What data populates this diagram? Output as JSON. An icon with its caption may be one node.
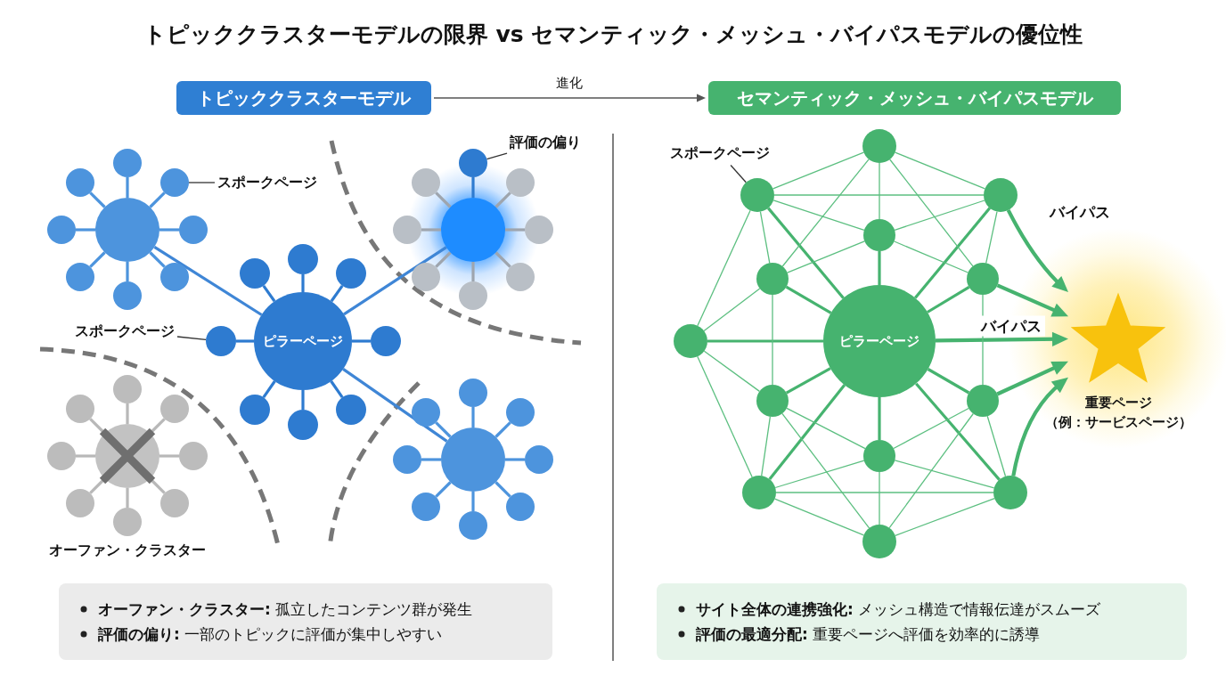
{
  "diagram": {
    "title": "トピッククラスターモデルの限界 vs セマンティック・メッシュ・バイパスモデルの優位性",
    "nodes": [
      {
        "text": [
          "トピッククラスターモデル"
        ]
      },
      {
        "text": [
          "セマンティック・メッシュ・バイパスモデル"
        ]
      },
      {
        "text": [],
        "shape": "circle"
      },
      {
        "text": [],
        "shape": "circle"
      },
      {
        "text": [],
        "shape": "circle"
      },
      {
        "text": [],
        "shape": "circle"
      },
      {
        "text": [],
        "shape": "circle"
      },
      {
        "text": [],
        "shape": "circle"
      },
      {
        "text": [],
        "shape": "circle"
      },
      {
        "text": [],
        "shape": "circle"
      },
      {
        "text": [],
        "shape": "circle"
      },
      {
        "text": [
          "スポークページ"
        ]
      },
      {
        "text": [
          "評価の偏り"
        ]
      },
      {
        "text": [],
        "shape": "circle"
      },
      {
        "text": [],
        "shape": "circle"
      },
      {
        "text": [],
        "shape": "circle"
      },
      {
        "text": [],
        "shape": "circle"
      },
      {
        "text": [],
        "shape": "circle"
      },
      {
        "text": [],
        "shape": "circle"
      },
      {
        "text": [],
        "shape": "circle"
      },
      {
        "text": [],
        "shape": "circle"
      },
      {
        "text": [],
        "shape": "circle"
      },
      {
        "text": [
          "スポークページ"
        ]
      },
      {
        "text": [
          "ピラーページ"
        ]
      },
      {
        "text": [],
        "shape": "circle"
      },
      {
        "text": [],
        "shape": "circle"
      },
      {
        "text": [],
        "shape": "circle"
      },
      {
        "text": [],
        "shape": "circle"
      },
      {
        "text": [],
        "shape": "circle"
      },
      {
        "text": [],
        "shape": "circle"
      },
      {
        "text": [],
        "shape": "circle"
      },
      {
        "text": [],
        "shape": "circle"
      },
      {
        "text": [],
        "shape": "circle"
      },
      {
        "text": [],
        "shape": "circle"
      },
      {
        "text": [],
        "shape": "circle"
      },
      {
        "text": [],
        "shape": "circle"
      },
      {
        "text": [],
        "shape": "circle"
      },
      {
        "text": [],
        "shape": "circle"
      },
      {
        "text": [],
        "shape": "circle"
      },
      {
        "text": [],
        "shape": "circle"
      },
      {
        "text": [],
        "shape": "circle"
      },
      {
        "text": [],
        "shape": "circle"
      },
      {
        "text": [],
        "shape": "circle"
      },
      {
        "text": [],
        "shape": "circle"
      },
      {
        "text": [],
        "shape": "circle"
      },
      {
        "text": [],
        "shape": "circle"
      },
      {
        "text": [],
        "shape": "circle"
      },
      {
        "text": [],
        "shape": "circle"
      },
      {
        "text": [],
        "shape": "circle"
      },
      {
        "text": [],
        "shape": "circle"
      },
      {
        "text": [
          "スポークページ"
        ]
      },
      {
        "text": [
          "ピラーページ"
        ]
      },
      {
        "text": [],
        "shape": "circle"
      },
      {
        "text": [],
        "shape": "circle"
      },
      {
        "text": [],
        "shape": "circle"
      },
      {
        "text": [],
        "shape": "circle"
      },
      {
        "text": [],
        "shape": "circle"
      },
      {
        "text": [],
        "shape": "circle"
      },
      {
        "text": [],
        "shape": "circle"
      },
      {
        "text": [],
        "shape": "circle"
      },
      {
        "text": [],
        "shape": "circle"
      },
      {
        "text": [],
        "shape": "circle"
      },
      {
        "text": [],
        "shape": "circle"
      },
      {
        "text": [],
        "shape": "circle"
      },
      {
        "text": [],
        "shape": "circle"
      },
      {
        "text": [],
        "shape": "star",
        "beside": [
          "重要ページ",
          "（例：サービスページ）"
        ]
      },
      {
        "text": [
          "**オーファン・クラスター:** 孤立したコンテンツ群が発生",
          "**評価の偏り:** 一部のトピックに評価が集中しやすい"
        ]
      },
      {
        "text": [
          "**サイト全体の連携強化:** メッシュ構造で情報伝達がスムーズ",
          "**評価の最適分配:** 重要ページへ評価を効率的に誘導"
        ]
      }
    ],
    "edges": [
      {
        "from": 0,
        "to": 1,
        "arrow": "to",
        "label": "進化",
        "color": "#555555"
      },
      {
        "from": 2,
        "to": 3,
        "arrow": "none",
        "color": "#4d94dd"
      },
      {
        "from": 2,
        "to": 4,
        "arrow": "none",
        "color": "#4d94dd"
      },
      {
        "from": 2,
        "to": 5,
        "arrow": "none",
        "color": "#4d94dd"
      },
      {
        "from": 2,
        "to": 6,
        "arrow": "none",
        "color": "#4d94dd"
      },
      {
        "from": 2,
        "to": 7,
        "arrow": "none",
        "color": "#4d94dd"
      },
      {
        "from": 2,
        "to": 8,
        "arrow": "none",
        "color": "#4d94dd"
      },
      {
        "from": 2,
        "to": 9,
        "arrow": "none",
        "color": "#4d94dd"
      },
      {
        "from": 2,
        "to": 10,
        "arrow": "none",
        "color": "#4d94dd"
      },
      {
        "from": 13,
        "to": 14,
        "arrow": "none",
        "color": "#2e7bd0"
      },
      {
        "from": 13,
        "to": 15,
        "arrow": "none",
        "color": "#9ea5ae"
      },
      {
        "from": 13,
        "to": 16,
        "arrow": "none",
        "color": "#9ea5ae"
      },
      {
        "from": 13,
        "to": 17,
        "arrow": "none",
        "color": "#9ea5ae"
      },
      {
        "from": 13,
        "to": 18,
        "arrow": "none",
        "color": "#9ea5ae"
      },
      {
        "from": 13,
        "to": 19,
        "arrow": "none",
        "color": "#9ea5ae"
      },
      {
        "from": 13,
        "to": 20,
        "arrow": "none",
        "color": "#9ea5ae"
      },
      {
        "from": 13,
        "to": 21,
        "arrow": "none",
        "color": "#9ea5ae"
      },
      {
        "from": 23,
        "to": 24,
        "arrow": "none",
        "color": "#2e7bd0"
      },
      {
        "from": 23,
        "to": 25,
        "arrow": "none",
        "color": "#2e7bd0"
      },
      {
        "from": 23,
        "to": 26,
        "arrow": "none",
        "color": "#2e7bd0"
      },
      {
        "from": 23,
        "to": 27,
        "arrow": "none",
        "color": "#2e7bd0"
      },
      {
        "from": 23,
        "to": 28,
        "arrow": "none",
        "color": "#2e7bd0"
      },
      {
        "from": 23,
        "to": 29,
        "arrow": "none",
        "color": "#2e7bd0"
      },
      {
        "from": 23,
        "to": 30,
        "arrow": "none",
        "color": "#2e7bd0"
      },
      {
        "from": 23,
        "to": 31,
        "arrow": "none",
        "color": "#2e7bd0"
      },
      {
        "from": 32,
        "to": 33,
        "arrow": "none",
        "color": "#b8b8b8"
      },
      {
        "from": 32,
        "to": 34,
        "arrow": "none",
        "color": "#b8b8b8"
      },
      {
        "from": 32,
        "to": 35,
        "arrow": "none",
        "color": "#b8b8b8"
      },
      {
        "from": 32,
        "to": 36,
        "arrow": "none",
        "color": "#b8b8b8"
      },
      {
        "from": 32,
        "to": 37,
        "arrow": "none",
        "color": "#b8b8b8"
      },
      {
        "from": 32,
        "to": 38,
        "arrow": "none",
        "color": "#b8b8b8"
      },
      {
        "from": 32,
        "to": 39,
        "arrow": "none",
        "color": "#b8b8b8"
      },
      {
        "from": 32,
        "to": 40,
        "arrow": "none",
        "color": "#b8b8b8"
      },
      {
        "from": 41,
        "to": 42,
        "arrow": "none",
        "color": "#4d94dd"
      },
      {
        "from": 41,
        "to": 43,
        "arrow": "none",
        "color": "#4d94dd"
      },
      {
        "from": 41,
        "to": 44,
        "arrow": "none",
        "color": "#4d94dd"
      },
      {
        "from": 41,
        "to": 45,
        "arrow": "none",
        "color": "#4d94dd"
      },
      {
        "from": 41,
        "to": 46,
        "arrow": "none",
        "color": "#4d94dd"
      },
      {
        "from": 41,
        "to": 47,
        "arrow": "none",
        "color": "#4d94dd"
      },
      {
        "from": 41,
        "to": 48,
        "arrow": "none",
        "color": "#4d94dd"
      },
      {
        "from": 41,
        "to": 49,
        "arrow": "none",
        "color": "#4d94dd"
      },
      {
        "from": 2,
        "to": 23,
        "arrow": "none",
        "color": "#3f86d6"
      },
      {
        "from": 23,
        "to": 13,
        "arrow": "none",
        "color": "#3f86d6"
      },
      {
        "from": 23,
        "to": 41,
        "arrow": "none",
        "color": "#3f86d6"
      },
      {
        "from": 11,
        "to": 5,
        "arrow": "none",
        "color": "#333333"
      },
      {
        "from": 12,
        "to": 14,
        "arrow": "none",
        "color": "#333333"
      },
      {
        "from": 22,
        "to": 27,
        "arrow": "none",
        "color": "#333333"
      },
      {
        "from": 50,
        "to": 53,
        "arrow": "none",
        "color": "#333333"
      },
      {
        "from": 51,
        "to": 53,
        "arrow": "none"
      },
      {
        "from": 51,
        "to": 54,
        "arrow": "none"
      },
      {
        "from": 51,
        "to": 55,
        "arrow": "none"
      },
      {
        "from": 51,
        "to": 56,
        "arrow": "none"
      },
      {
        "from": 51,
        "to": 57,
        "arrow": "none"
      },
      {
        "from": 51,
        "to": 59,
        "arrow": "none"
      },
      {
        "from": 51,
        "to": 60,
        "arrow": "none"
      },
      {
        "from": 51,
        "to": 61,
        "arrow": "none"
      },
      {
        "from": 51,
        "to": 62,
        "arrow": "none"
      },
      {
        "from": 51,
        "to": 63,
        "arrow": "none"
      },
      {
        "from": 51,
        "to": 64,
        "arrow": "none"
      },
      {
        "from": 54,
        "to": 65,
        "arrow": "to",
        "label": "バイパス"
      },
      {
        "from": 61,
        "to": 65,
        "arrow": "to"
      },
      {
        "from": 51,
        "to": 65,
        "arrow": "to",
        "label": "バイパス"
      },
      {
        "from": 63,
        "to": 65,
        "arrow": "to"
      },
      {
        "from": 57,
        "to": 65,
        "arrow": "to"
      },
      {
        "from": 52,
        "to": 53,
        "arrow": "none"
      },
      {
        "from": 52,
        "to": 54,
        "arrow": "none"
      },
      {
        "from": 53,
        "to": 54,
        "arrow": "none"
      },
      {
        "from": 53,
        "to": 55,
        "arrow": "none"
      },
      {
        "from": 55,
        "to": 56,
        "arrow": "none"
      },
      {
        "from": 56,
        "to": 57,
        "arrow": "none"
      },
      {
        "from": 56,
        "to": 58,
        "arrow": "none"
      },
      {
        "from": 57,
        "to": 58,
        "arrow": "none"
      },
      {
        "from": 52,
        "to": 59,
        "arrow": "none"
      },
      {
        "from": 53,
        "to": 59,
        "arrow": "none"
      },
      {
        "from": 54,
        "to": 59,
        "arrow": "none"
      },
      {
        "from": 59,
        "to": 60,
        "arrow": "none"
      },
      {
        "from": 59,
        "to": 61,
        "arrow": "none"
      },
      {
        "from": 53,
        "to": 60,
        "arrow": "none"
      },
      {
        "from": 55,
        "to": 60,
        "arrow": "none"
      },
      {
        "from": 52,
        "to": 60,
        "arrow": "none"
      },
      {
        "from": 60,
        "to": 62,
        "arrow": "none"
      },
      {
        "from": 54,
        "to": 61,
        "arrow": "none"
      },
      {
        "from": 52,
        "to": 61,
        "arrow": "none"
      },
      {
        "from": 61,
        "to": 63,
        "arrow": "none"
      },
      {
        "from": 55,
        "to": 62,
        "arrow": "none"
      },
      {
        "from": 56,
        "to": 62,
        "arrow": "none"
      },
      {
        "from": 58,
        "to": 62,
        "arrow": "none"
      },
      {
        "from": 62,
        "to": 64,
        "arrow": "none"
      },
      {
        "from": 57,
        "to": 63,
        "arrow": "none"
      },
      {
        "from": 58,
        "to": 63,
        "arrow": "none"
      },
      {
        "from": 63,
        "to": 64,
        "arrow": "none"
      },
      {
        "from": 58,
        "to": 64,
        "arrow": "none"
      },
      {
        "from": 56,
        "to": 64,
        "arrow": "none"
      },
      {
        "from": 57,
        "to": 64,
        "arrow": "none"
      }
    ],
    "labels": [
      "オーファン・クラスター"
    ]
  }
}
